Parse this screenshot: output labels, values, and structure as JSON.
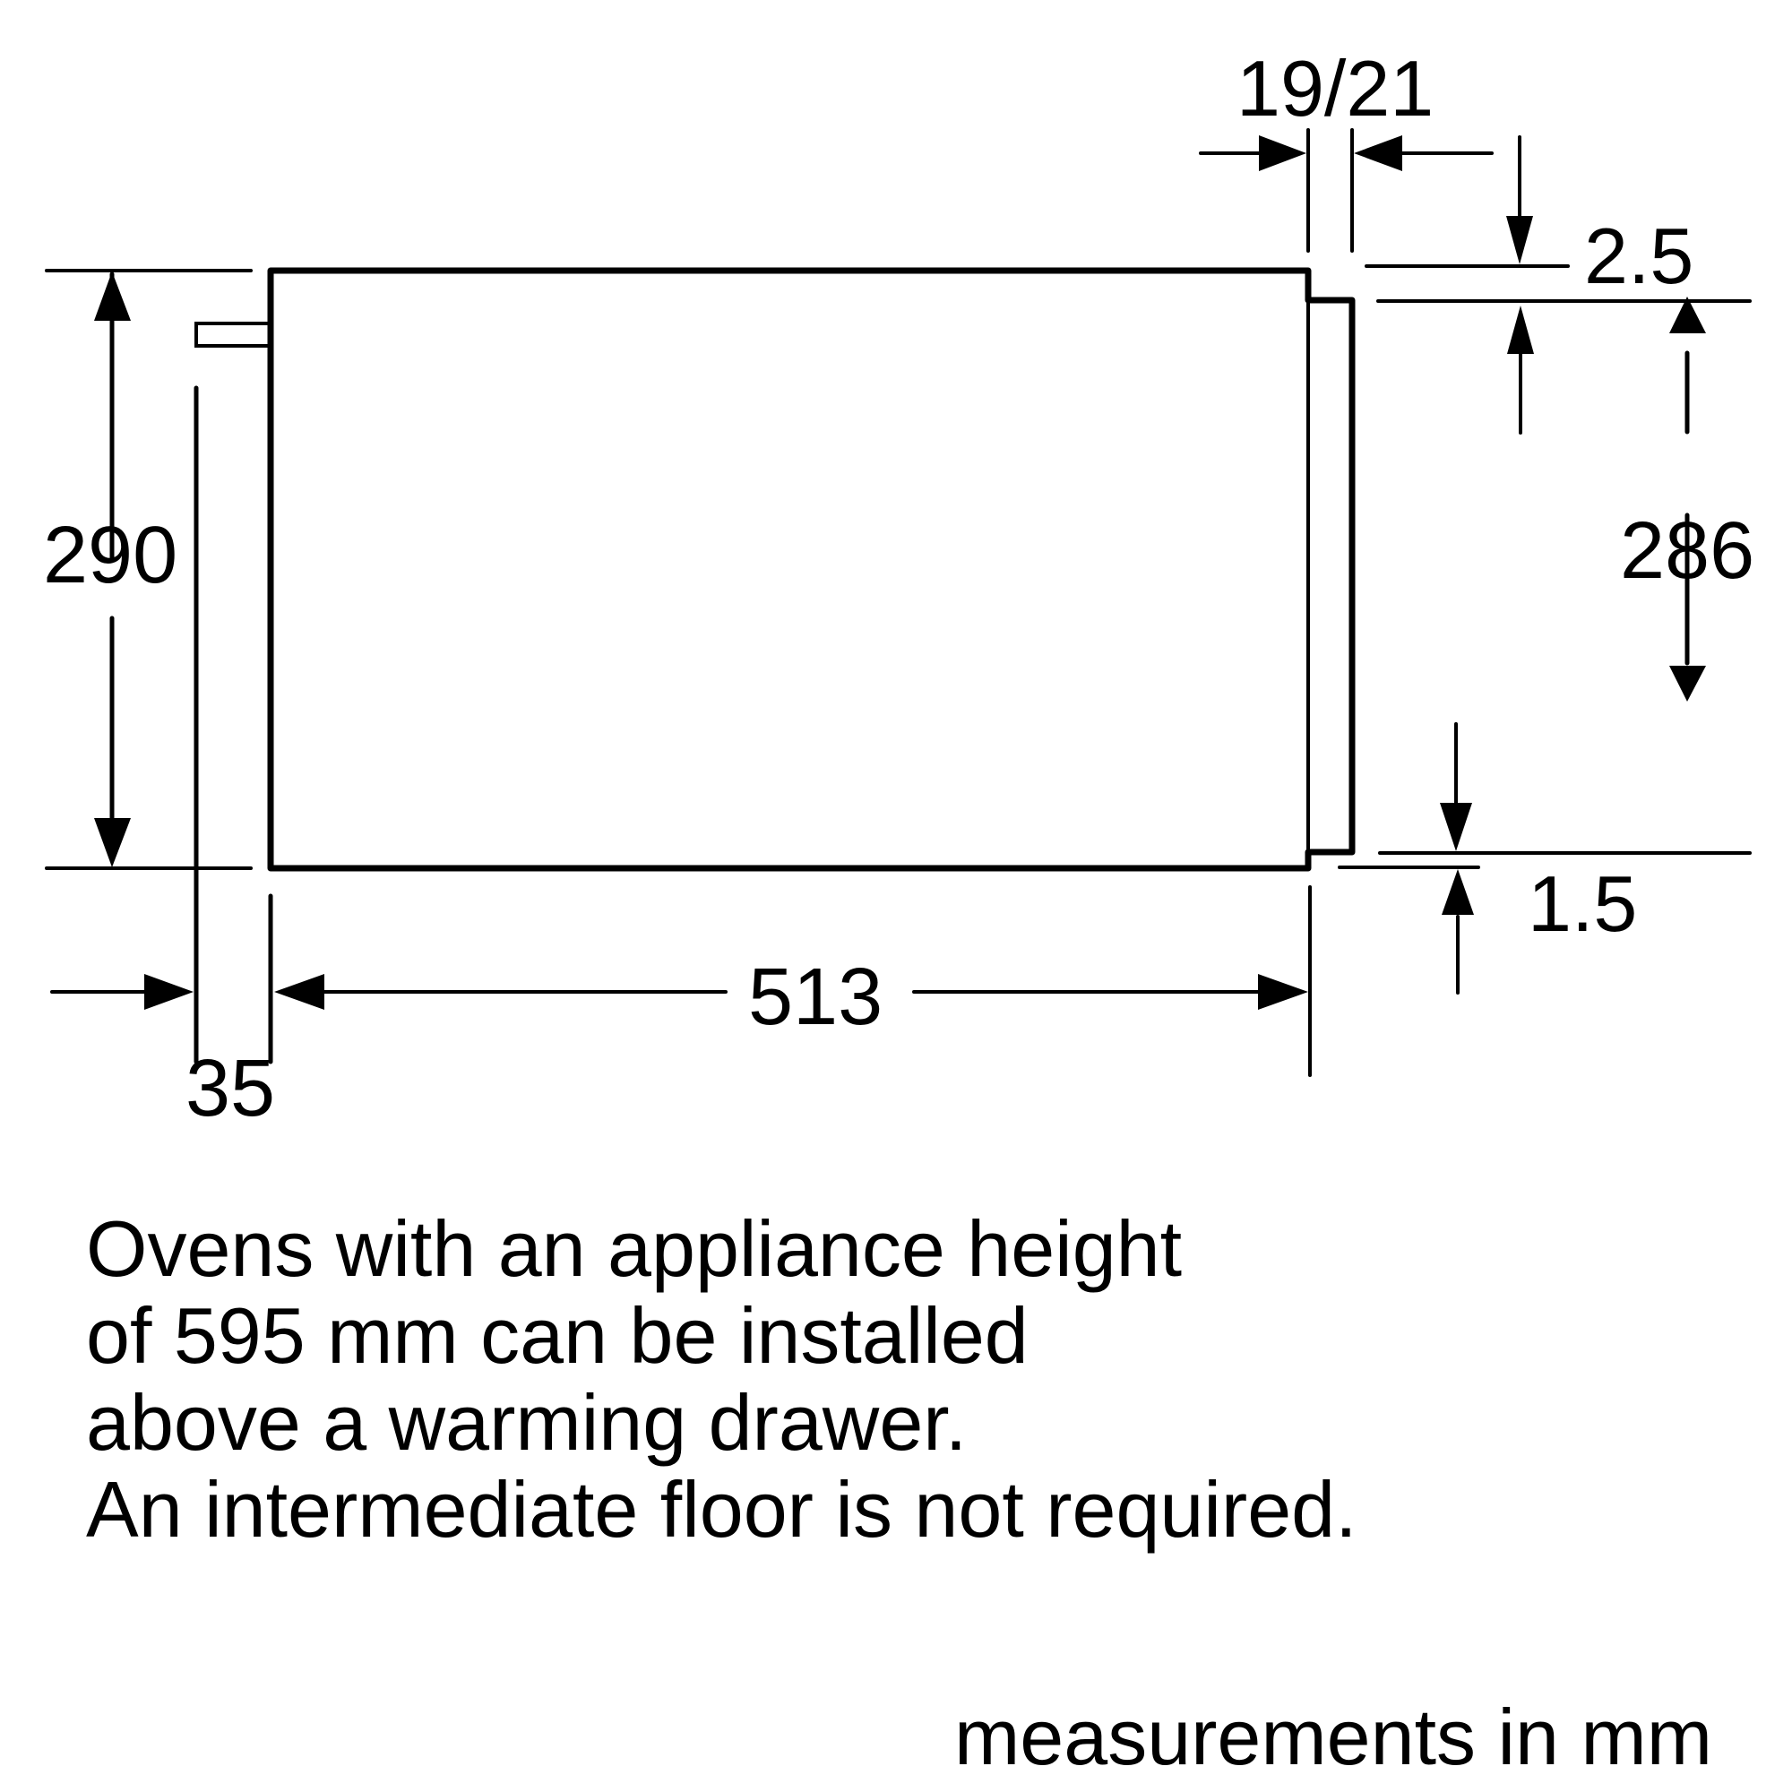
{
  "diagram": {
    "type": "installation dimension drawing (side view)",
    "colors": {
      "line": "#000000",
      "background": "#ffffff"
    },
    "dimensions": {
      "overall_height": "290",
      "front_height": "286",
      "depth": "513",
      "handle_offset": "35",
      "front_thickness": "19/21",
      "top_gap": "2.5",
      "bottom_gap": "1.5"
    }
  },
  "note": {
    "lines": [
      "Ovens with an appliance height",
      "of 595 mm can be installed",
      "above a warming drawer.",
      "An intermediate floor is not required."
    ]
  },
  "units_label": "measurements in mm"
}
